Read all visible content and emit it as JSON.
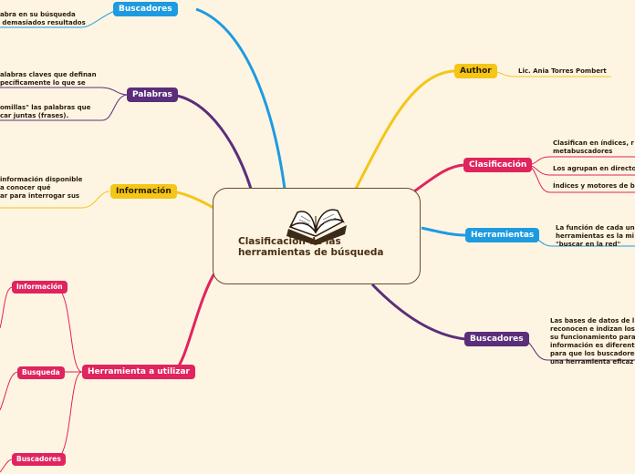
{
  "central": {
    "title": "Clasificación de las\nherramientas de búsqueda",
    "icon": "open-book-icon"
  },
  "colors": {
    "blue": "#1e9be0",
    "purple": "#5b2e7a",
    "yellow": "#f5c518",
    "red": "#e0245e",
    "background": "#fdf5e2"
  },
  "left": {
    "buscadores": {
      "label": "Buscadores",
      "text": "abra en su búsqueda\n demasiados resultados"
    },
    "palabras": {
      "label": "Palabras",
      "text1": "alabras claves que definan\npecíficamente lo que se",
      "text2": "omillas\" las palabras que\ncar juntas (frases)."
    },
    "informacion": {
      "label": "Información",
      "text": "información disponible\na conocer qué\nar para interrogar sus"
    },
    "herramienta": {
      "label": "Herramienta a utilizar",
      "children": [
        "Información",
        "Busqueda",
        "Buscadores"
      ]
    }
  },
  "right": {
    "author": {
      "label": "Author",
      "text": "Lic. Ania Torres Pombert"
    },
    "clasificacion": {
      "label": "Clasificación",
      "items": [
        "Clasifican en índices, r\nmetabuscadores",
        "Los agrupan en directo",
        "Índices y motores de b"
      ]
    },
    "herramientas": {
      "label": "Herramientas",
      "text": "La función de cada una\nherramientas es la mi\n\"buscar en la red\""
    },
    "buscadores": {
      "label": "Buscadores",
      "text": "Las bases de datos de l\nreconocen e indizan los\nsu funcionamiento para\ninformación es diferent\npara que los buscadores\nuna herramienta eficaz"
    }
  }
}
